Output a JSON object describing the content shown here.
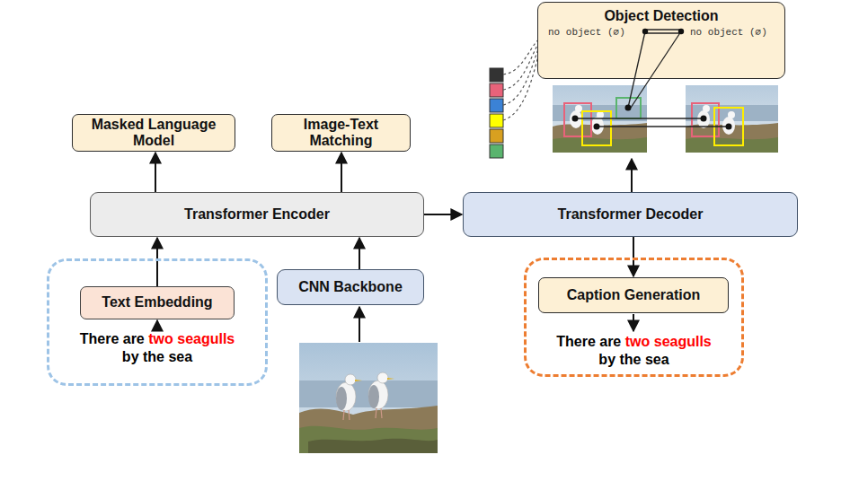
{
  "diagram": {
    "nodes": [
      {
        "text": [
          "Masked Language Model"
        ]
      },
      {
        "text": [
          "Image-Text Matching"
        ]
      },
      {
        "text": [
          "Object Detection",
          "no object (∅)",
          "no object (∅)"
        ]
      },
      {
        "text": [
          "Transformer Encoder"
        ]
      },
      {
        "text": [
          "Transformer Decoder"
        ]
      },
      {
        "text": [
          "There are",
          "two seagulls",
          "by the sea"
        ]
      },
      {
        "text": [
          "Text Embedding"
        ],
        "in": 5
      },
      {
        "text": [
          "CNN Backbone"
        ]
      },
      {
        "text": [
          "There are",
          "two seagulls",
          "by the sea"
        ]
      },
      {
        "text": [
          "Caption Generation"
        ],
        "in": 8
      }
    ],
    "edges": [
      {
        "from": 3,
        "to": 0,
        "arrow": "to"
      },
      {
        "from": 3,
        "to": 1,
        "arrow": "to"
      },
      {
        "from": 3,
        "to": 4,
        "arrow": "to"
      },
      {
        "from": 6,
        "to": 3,
        "arrow": "to"
      },
      {
        "from": 7,
        "to": 3,
        "arrow": "to"
      },
      {
        "from": 4,
        "to": 2,
        "arrow": "to"
      },
      {
        "from": 4,
        "to": 9,
        "arrow": "to"
      }
    ]
  }
}
